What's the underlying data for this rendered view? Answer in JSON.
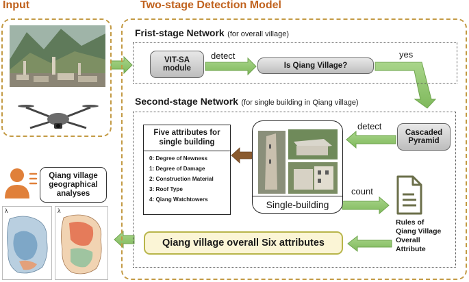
{
  "colors": {
    "heading": "#c0621e",
    "dashed_border": "#c39a44",
    "arrow_green": "#8dc26b",
    "arrow_green_dark": "#6fa44e",
    "final_box_fill": "#fbf5d6",
    "final_box_border": "#b8b54a",
    "person_icon": "#e0803a",
    "doc_icon": "#6b6f4a"
  },
  "input": {
    "title": "Input",
    "photo_icon": "mountain-village-photo",
    "drone_icon": "drone-icon"
  },
  "model": {
    "title": "Two-stage Detection Model",
    "first_stage": {
      "title": "Frist-stage Network",
      "subtitle": "(for overall village)",
      "vit_label_1": "VIT-SA",
      "vit_label_2": "module",
      "detect_label": "detect",
      "question": "Is Qiang Village?",
      "yes_label": "yes"
    },
    "second_stage": {
      "title": "Second-stage Network",
      "subtitle": "(for single building in Qiang village)",
      "detect_label": "detect",
      "pyramid_label_1": "Cascaded",
      "pyramid_label_2": "Pyramid",
      "single_building_label": "Single-building",
      "count_label": "count",
      "attributes_title_1": "Five attributes for",
      "attributes_title_2": "single building",
      "attributes": [
        "0: Degree of  Newness",
        "1: Degree of Damage",
        "2: Construction Material",
        "3: Roof Type",
        "4: Qiang Watchtowers"
      ],
      "rules_lines": [
        "Rules of",
        "Qiang Village",
        "Overall",
        "Attribute"
      ],
      "final_label": "Qiang village overall Six attributes"
    }
  },
  "output": {
    "analysis_label_1": "Qiang village",
    "analysis_label_2": "geographical",
    "analysis_label_3": "analyses",
    "person_icon": "person-speaking-icon",
    "map_icon": "map-thumbnail",
    "map_marker": "λ"
  }
}
